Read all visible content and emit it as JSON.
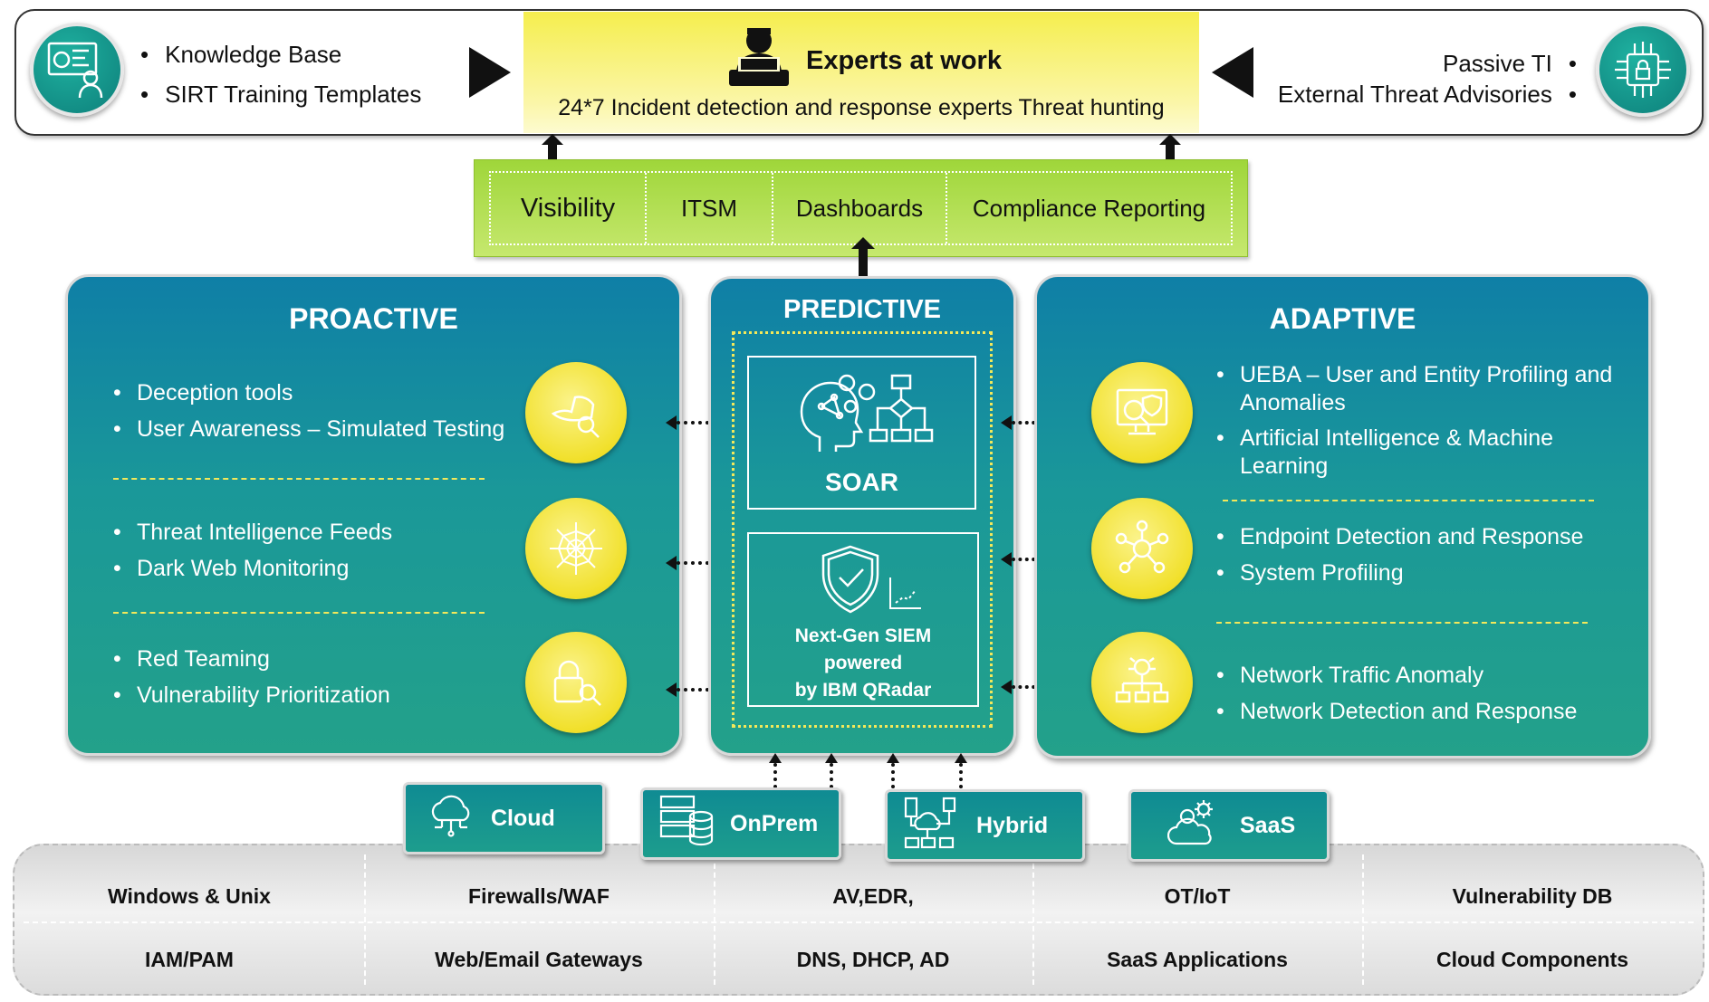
{
  "top": {
    "left_items": [
      "Knowledge Base",
      "SIRT Training Templates"
    ],
    "experts_title": "Experts at work",
    "experts_subtitle": "24*7 Incident detection and response experts Threat hunting",
    "right_items": [
      "Passive TI",
      "External Threat Advisories"
    ]
  },
  "visibility_bar": [
    "Visibility",
    "ITSM",
    "Dashboards",
    "Compliance Reporting"
  ],
  "proactive": {
    "title": "PROACTIVE",
    "groups": [
      {
        "items": [
          "Deception tools",
          "User Awareness – Simulated Testing"
        ],
        "icon": "hat-magnifier-icon"
      },
      {
        "items": [
          "Threat Intelligence Feeds",
          "Dark Web Monitoring"
        ],
        "icon": "spider-web-icon"
      },
      {
        "items": [
          "Red Teaming",
          "Vulnerability Prioritization"
        ],
        "icon": "padlock-magnifier-icon"
      }
    ]
  },
  "predictive": {
    "title": "PREDICTIVE",
    "soar_label": "SOAR",
    "siem_lines": [
      "Next-Gen SIEM",
      "powered",
      "by IBM QRadar"
    ]
  },
  "adaptive": {
    "title": "ADAPTIVE",
    "groups": [
      {
        "items": [
          "UEBA – User and Entity Profiling and Anomalies",
          "Artificial Intelligence & Machine Learning"
        ],
        "icon": "profiling-monitor-icon"
      },
      {
        "items": [
          "Endpoint Detection and Response",
          "System Profiling"
        ],
        "icon": "network-hub-icon"
      },
      {
        "items": [
          "Network Traffic Anomaly",
          "Network Detection and Response"
        ],
        "icon": "network-bug-icon"
      }
    ]
  },
  "sources": [
    "Cloud",
    "OnPrem",
    "Hybrid",
    "SaaS"
  ],
  "log_sources": {
    "row1": [
      "Windows & Unix",
      "Firewalls/WAF",
      "AV,EDR,",
      "OT/IoT",
      "Vulnerability DB"
    ],
    "row2": [
      "IAM/PAM",
      "Web/Email Gateways",
      "DNS, DHCP, AD",
      "SaaS Applications",
      "Cloud Components"
    ]
  },
  "colors": {
    "panel_top": "#0f7fa6",
    "panel_bottom": "#23a18a",
    "experts_yellow": "#f5ee4e",
    "vis_green": "#9fd63a",
    "icon_yellow": "#f1e02b"
  }
}
